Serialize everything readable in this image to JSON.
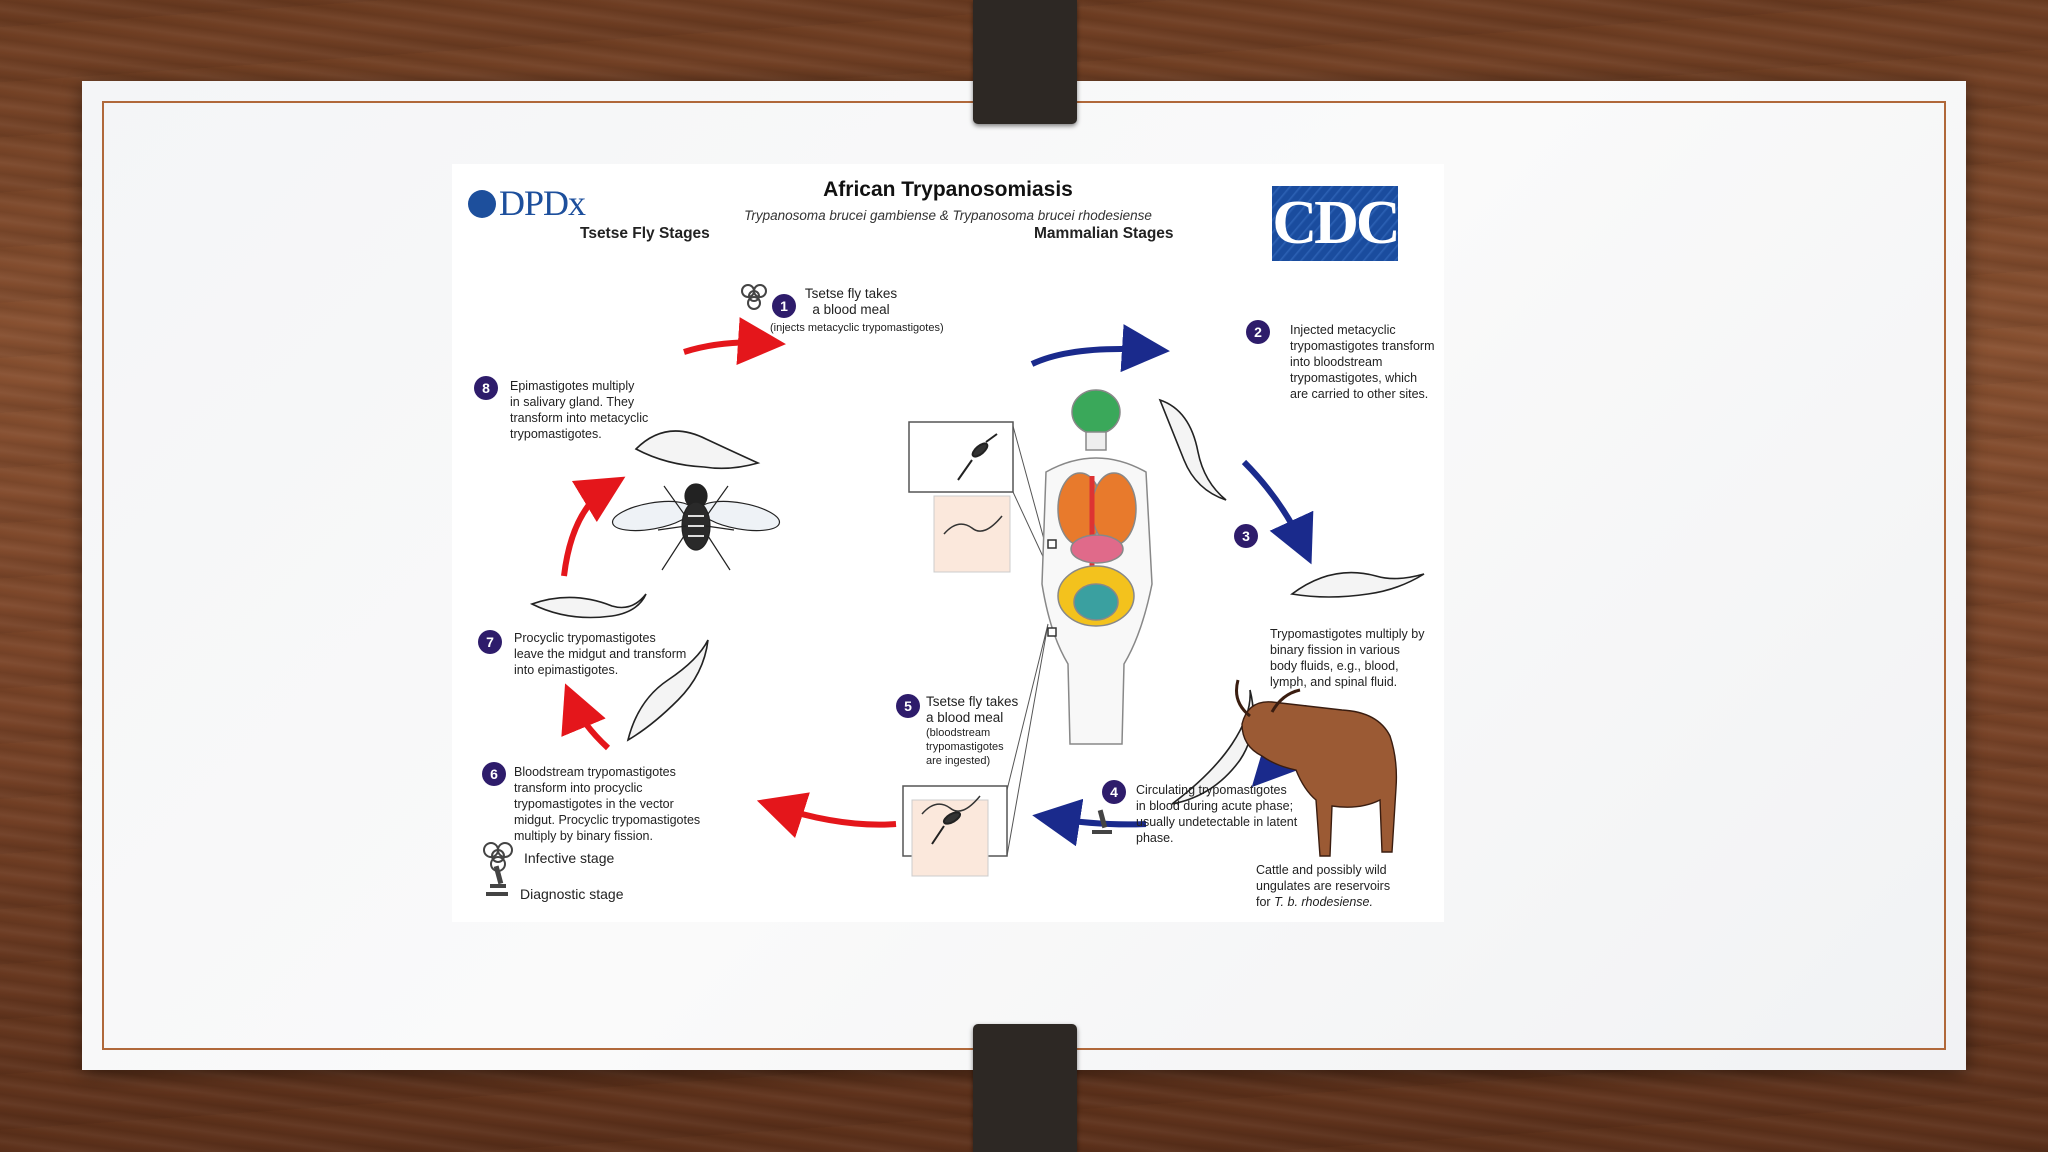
{
  "slide": {
    "title": "Life cycle"
  },
  "figure": {
    "logo_left": "DPDx",
    "logo_right": "CDC",
    "title": "African Trypanosomiasis",
    "subtitle": "Trypanosoma brucei gambiense & Trypanosoma brucei rhodesiense",
    "left_heading": "Tsetse Fly Stages",
    "right_heading": "Mammalian Stages",
    "steps": [
      {
        "number": "1",
        "lines": [
          "Tsetse fly takes",
          "a blood meal",
          "(injects metacyclic trypomastigotes)"
        ]
      },
      {
        "number": "2",
        "lines": [
          "Injected metacyclic",
          "trypomastigotes transform",
          "into bloodstream",
          "trypomastigotes, which",
          "are carried to other sites."
        ]
      },
      {
        "number": "3",
        "lines": [
          "Trypomastigotes multiply by",
          "binary fission in various",
          "body fluids, e.g., blood,",
          "lymph, and spinal fluid."
        ]
      },
      {
        "number": "4",
        "lines": [
          "Circulating trypomastigotes",
          "in blood during acute phase;",
          "usually undetectable in latent",
          "phase."
        ]
      },
      {
        "number": "5",
        "lines": [
          "Tsetse fly takes",
          "a blood meal",
          "(bloodstream",
          "trypomastigotes",
          "are ingested)"
        ]
      },
      {
        "number": "6",
        "lines": [
          "Bloodstream trypomastigotes",
          "transform into procyclic",
          "trypomastigotes in the vector",
          "midgut. Procyclic trypomastigotes",
          "multiply by binary fission."
        ]
      },
      {
        "number": "7",
        "lines": [
          "Procyclic trypomastigotes",
          "leave the midgut and transform",
          "into epimastigotes."
        ]
      },
      {
        "number": "8",
        "lines": [
          "Epimastigotes multiply",
          "in salivary gland. They",
          "transform into metacyclic",
          "trypomastigotes."
        ]
      }
    ],
    "reservoir": {
      "lines": [
        "Cattle and possibly wild",
        "ungulates are reservoirs"
      ],
      "prefix": "for ",
      "species": "T. b. rhodesiense."
    },
    "legend": {
      "infective": "Infective stage",
      "diagnostic": "Diagnostic stage"
    },
    "colors": {
      "fly_arrows": "#e4161b",
      "mammal_arrows": "#1a2a8c",
      "badge": "#2e1c6b",
      "cdc_blue": "#1a4c9e"
    },
    "icons": [
      "biohazard-icon",
      "microscope-icon"
    ]
  }
}
